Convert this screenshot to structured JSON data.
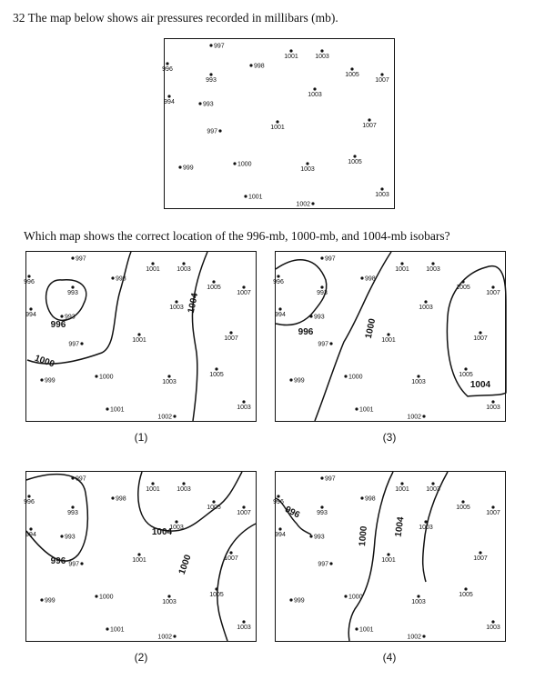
{
  "question": {
    "title": "32 The map below shows air pressures recorded in millibars (mb).",
    "prompt": "Which map shows the correct location of the 996-mb, 1000-mb, and 1004-mb isobars?"
  },
  "stations": [
    {
      "label": "997"
    },
    {
      "label": "1001"
    },
    {
      "label": "1003"
    },
    {
      "label": "996"
    },
    {
      "label": "998"
    },
    {
      "label": "993"
    },
    {
      "label": "1005"
    },
    {
      "label": "1007"
    },
    {
      "label": "1003"
    },
    {
      "label": "994"
    },
    {
      "label": "993"
    },
    {
      "label": "1007"
    },
    {
      "label": "1001"
    },
    {
      "label": "997"
    },
    {
      "label": "1005"
    },
    {
      "label": "999"
    },
    {
      "label": "1000"
    },
    {
      "label": "1003"
    },
    {
      "label": "1003"
    },
    {
      "label": "1001"
    },
    {
      "label": "1002"
    }
  ],
  "options": [
    {
      "label": "(1)",
      "isobars": [
        "996",
        "1000",
        "1004"
      ]
    },
    {
      "label": "(2)",
      "isobars": [
        "996",
        "1004",
        "1000"
      ]
    },
    {
      "label": "(3)",
      "isobars": [
        "996",
        "1000",
        "1004"
      ]
    },
    {
      "label": "(4)",
      "isobars": [
        "996",
        "1000",
        "1004"
      ]
    }
  ]
}
